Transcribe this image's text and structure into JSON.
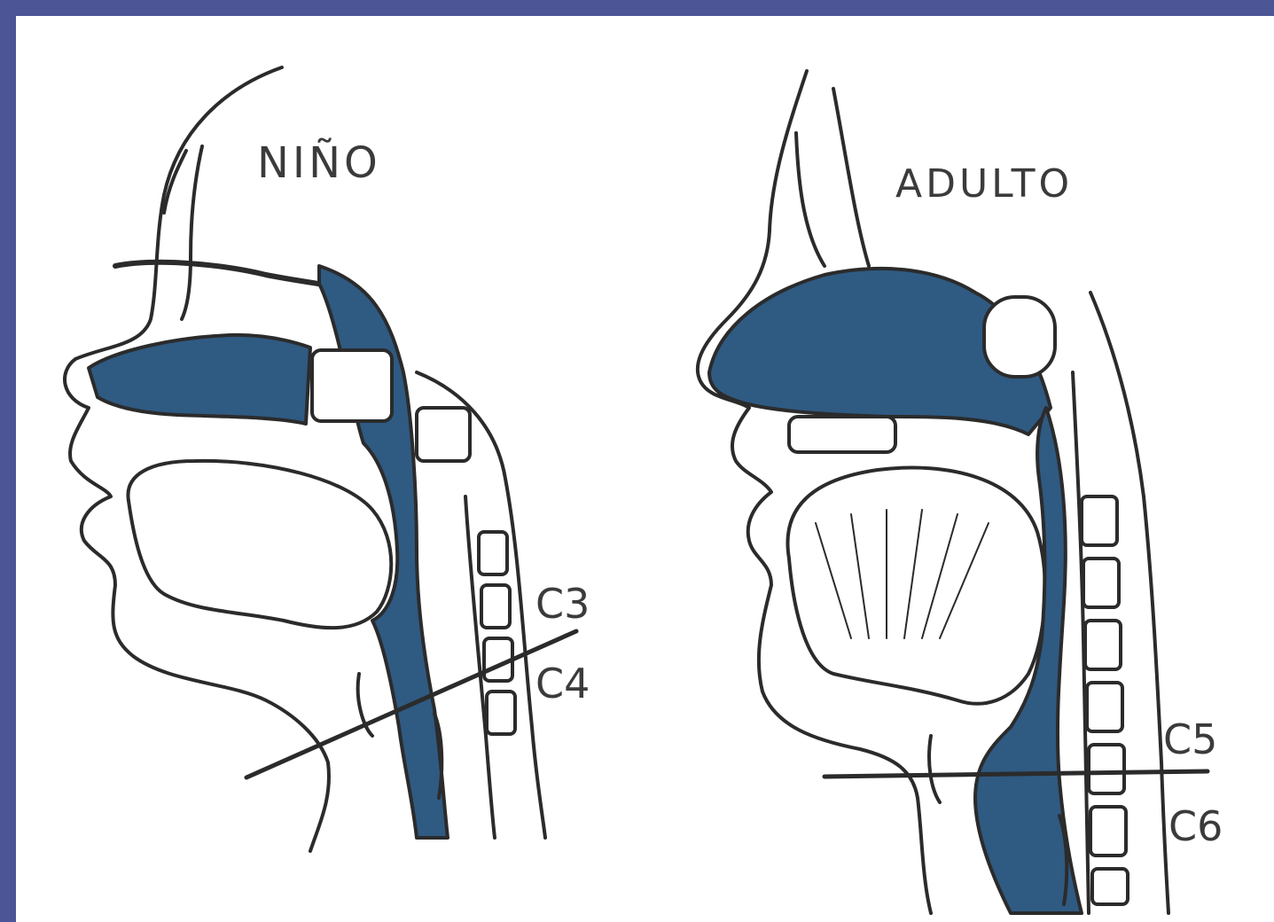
{
  "colors": {
    "frame": "#4c5696",
    "fill": "#2f5a82",
    "ink": "#2b2b2b"
  },
  "child": {
    "title": "NIÑO",
    "vertebrae": [
      "C3",
      "C4"
    ]
  },
  "adult": {
    "title": "ADULTO",
    "vertebrae": [
      "C5",
      "C6"
    ]
  }
}
